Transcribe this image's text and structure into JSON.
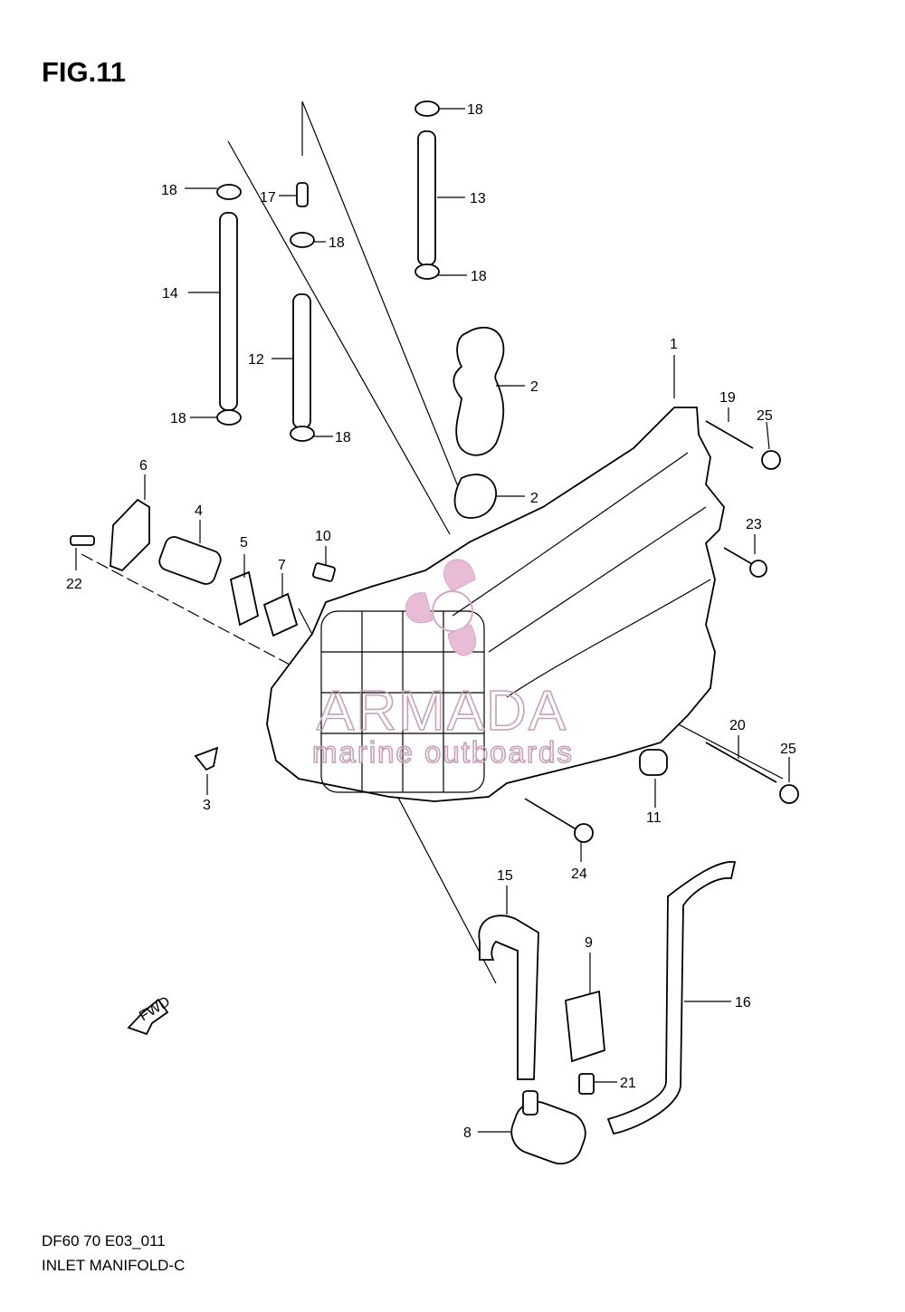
{
  "figure": {
    "title": "FIG.11"
  },
  "footer": {
    "code": "DF60 70 E03_011",
    "name": "INLET MANIFOLD-C"
  },
  "watermark": {
    "brand": "ARMADA",
    "tagline": "marine outboards",
    "color": "#c8a0b8",
    "icon": "propeller-logo"
  },
  "fwd_arrow": {
    "label": "FWD"
  },
  "callouts": {
    "c1": "1",
    "c2a": "2",
    "c2b": "2",
    "c3": "3",
    "c4": "4",
    "c5": "5",
    "c6": "6",
    "c7": "7",
    "c8": "8",
    "c9": "9",
    "c10": "10",
    "c11": "11",
    "c12": "12",
    "c13": "13",
    "c14": "14",
    "c15": "15",
    "c16": "16",
    "c17": "17",
    "c18a": "18",
    "c18b": "18",
    "c18c": "18",
    "c18d": "18",
    "c18e": "18",
    "c18f": "18",
    "c19": "19",
    "c20": "20",
    "c21": "21",
    "c22": "22",
    "c23": "23",
    "c24": "24",
    "c25a": "25",
    "c25b": "25"
  }
}
